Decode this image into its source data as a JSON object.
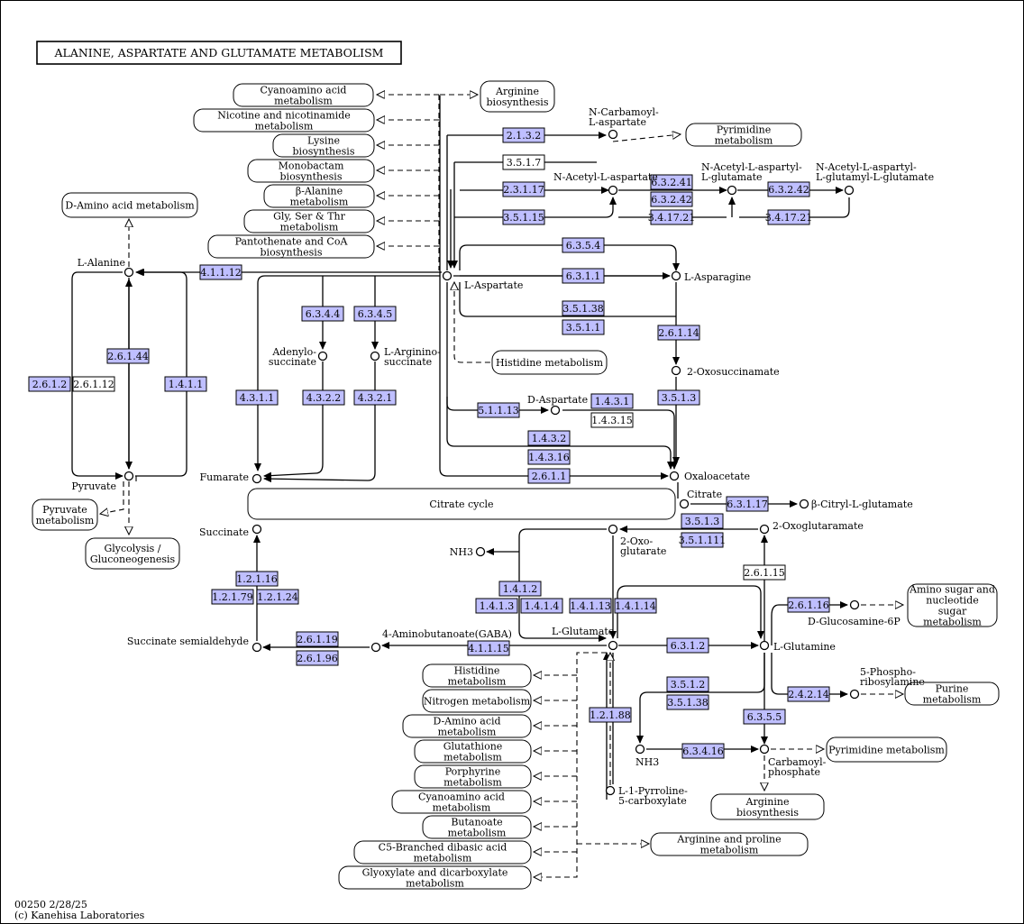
{
  "title": "ALANINE, ASPARTATE AND GLUTAMATE  METABOLISM",
  "footer": {
    "map_id_date": "00250 2/28/25",
    "copyright": "(c) Kanehisa Laboratories"
  },
  "colors": {
    "enzyme_present": "#bfbfff",
    "enzyme_absent": "#ffffff",
    "line": "#000000"
  },
  "compounds": [
    "L-Alanine",
    "Pyruvate",
    "Fumarate",
    "Succinate",
    "Succinate semialdehyde",
    "Adenylo- succinate",
    "L-Arginino- succinate",
    "L-Aspartate",
    "L-Asparagine",
    "2-Oxosuccinamate",
    "D-Aspartate",
    "Oxaloacetate",
    "N-Carbamoyl- L-aspartate",
    "N-Acetyl-L-aspartate",
    "N-Acetyl-L-aspartyl- L-glutamate",
    "N-Acetyl-L-aspartyl- L-glutamyl-L-glutamate",
    "Citrate",
    "β-Citryl-L-glutamate",
    "2-Oxo- glutarate",
    "2-Oxoglutaramate",
    "NH3",
    "L-Glutamate",
    "L-Glutamine",
    "4-Aminobutanoate(GABA)",
    "D-Glucosamine-6P",
    "5-Phospho- ribosylamine",
    "Carbamoyl- phosphate",
    "L-1-Pyrroline- 5-carboxylate"
  ],
  "enzymes": [
    "2.1.3.2",
    "3.5.1.7",
    "2.3.1.17",
    "3.5.1.15",
    "6.3.2.41",
    "6.3.2.42",
    "3.4.17.21",
    "6.3.5.4",
    "6.3.1.1",
    "3.5.1.38",
    "3.5.1.1",
    "2.6.1.14",
    "3.5.1.3",
    "1.4.3.1",
    "1.4.3.15",
    "5.1.1.13",
    "1.4.3.2",
    "1.4.3.16",
    "2.6.1.1",
    "4.1.1.12",
    "2.6.1.44",
    "2.6.1.2",
    "2.6.1.12",
    "1.4.1.1",
    "6.3.4.4",
    "6.3.4.5",
    "4.3.1.1",
    "4.3.2.2",
    "4.3.2.1",
    "6.3.1.17",
    "3.5.1.111",
    "2.6.1.15",
    "1.4.1.2",
    "1.4.1.3",
    "1.4.1.4",
    "1.4.1.13",
    "1.4.1.14",
    "1.2.1.16",
    "1.2.1.79",
    "1.2.1.24",
    "2.6.1.19",
    "2.6.1.96",
    "4.1.1.15",
    "6.3.1.2",
    "2.6.1.16",
    "3.5.1.2",
    "2.4.2.14",
    "1.2.1.88",
    "6.3.5.5",
    "6.3.4.16"
  ],
  "pathway_maps": [
    "Cyanoamino acid metabolism",
    "Nicotine and nicotinamide metabolism",
    "Lysine biosynthesis",
    "Monobactam biosynthesis",
    "β-Alanine metabolism",
    "Gly, Ser & Thr metabolism",
    "Pantothenate and CoA biosynthesis",
    "Arginine biosynthesis",
    "Pyrimidine metabolism",
    "D-Amino acid metabolism",
    "Histidine metabolism",
    "Pyruvate metabolism",
    "Glycolysis / Gluconeogenesis",
    "Citrate cycle",
    "Amino sugar and nucleotide sugar metabolism",
    "Purine metabolism",
    "Nitrogen metabolism",
    "Glutathione metabolism",
    "Porphyrine metabolism",
    "Butanoate metabolism",
    "C5-Branched dibasic acid metabolism",
    "Glyoxylate and dicarboxylate metabolism",
    "Arginine and proline metabolism"
  ]
}
